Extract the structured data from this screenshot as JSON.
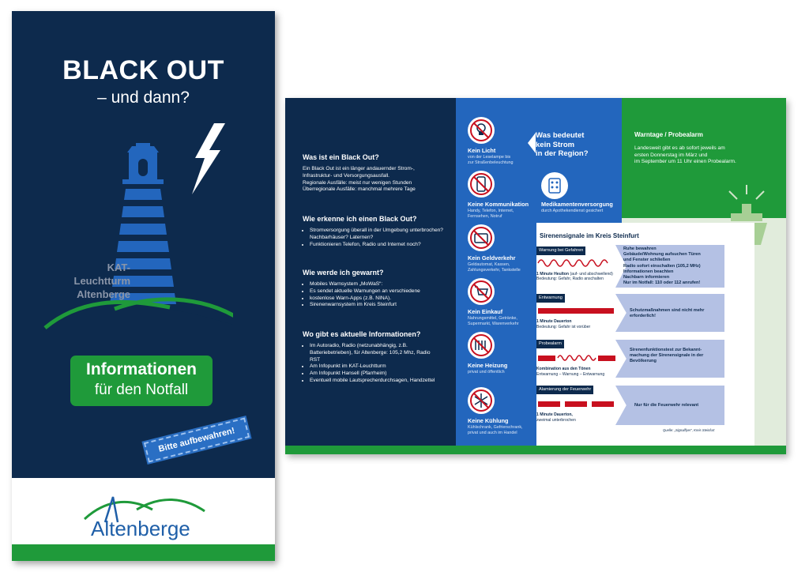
{
  "cover": {
    "title": "BLACK OUT",
    "subtitle": "– und dann?",
    "lighthouse_label": [
      "KAT-",
      "Leuchtturm",
      "Altenberge"
    ],
    "info_line1": "Informationen",
    "info_line2": "für den Notfall",
    "stamp": "Bitte aufbewahren!",
    "logo": "Altenberge"
  },
  "left_panel": {
    "q1": {
      "heading": "Was ist ein Black Out?",
      "lines": [
        "Ein Black Out ist ein länger andauernder Strom-,",
        "Infrastruktur- und Versorgungsausfall.",
        "Regionale Ausfälle: meist nur wenigen Stunden",
        "Überregionale Ausfälle: manchmal mehrere Tage"
      ]
    },
    "q2": {
      "heading": "Wie erkenne ich einen Black Out?",
      "bullets": [
        "Stromversorgung überall in der Umgebung unterbrochen? Nachbarhäuser? Laternen?",
        "Funktionieren Telefon, Radio und Internet noch?"
      ]
    },
    "q3": {
      "heading": "Wie werde ich gewarnt?",
      "bullets": [
        "Mobiles Warnsystem „MoWaS“:",
        "Es sendet aktuelle Warnungen an verschiedene",
        "kostenlose Warn-Apps (z.B. NINA).",
        "Sirenenwarnsystem im Kreis Steinfurt"
      ]
    },
    "q4": {
      "heading": "Wo gibt es aktuelle Informationen?",
      "bullets": [
        "Im Autoradio, Radio (netzunabhängig, z.B. Batteriebetrieben), für Altenberge: 105,2 Mhz, Radio RST",
        "Am Infopunkt im KAT-Leuchtturm",
        "Am Infopunkt Hansell (Pfarrheim)",
        "Eventuell mobile Lautsprecherdurchsagen, Handzettel"
      ]
    }
  },
  "middle_panel": {
    "question": [
      "Was bedeutet",
      "kein Strom",
      "in der Region?"
    ],
    "items": [
      {
        "title": "Kein Licht",
        "sub": [
          "von der Leselampe bis",
          "zur Straßenbeleuchtung"
        ],
        "icon": "lightbulb-crossed-icon"
      },
      {
        "title": "Keine Kommunikation",
        "sub": [
          "Handy, Telefon, Internet,",
          "Fernsehen, Notruf"
        ],
        "icon": "phone-crossed-icon"
      },
      {
        "title": "Kein Geldverkehr",
        "sub": [
          "Geldautomat, Kassen,",
          "Zahlungsverkehr, Tankstelle"
        ],
        "icon": "card-crossed-icon"
      },
      {
        "title": "Kein Einkauf",
        "sub": [
          "Nahrungsmittel, Getränke,",
          "Supermarkt, Warenverkehr"
        ],
        "icon": "cart-crossed-icon"
      },
      {
        "title": "Keine Heizung",
        "sub": [
          "privat und öffentlich"
        ],
        "icon": "radiator-crossed-icon"
      },
      {
        "title": "Keine Kühlung",
        "sub": [
          "Kühlschrank, Gefrierschrank,",
          "privat und auch im Handel"
        ],
        "icon": "snowflake-crossed-icon"
      }
    ],
    "medikamente": {
      "title": "Medikamentenversorgung",
      "sub": "durch Apothekendienst gesichert",
      "icon": "pill-box-icon"
    }
  },
  "right_panel": {
    "heading": "Warntage / Probealarm",
    "text": [
      "Landesweit gibt es ab sofort jeweils am",
      "ersten Donnerstag im März und",
      "im September um 11 Uhr einen Probealarm."
    ]
  },
  "sirens": {
    "title": "Sirenensignale im Kreis Steinfurt",
    "rows": [
      {
        "label": "Warnung bei Gefahren",
        "signal": "1 Minute Heulton",
        "signal_extra": " (auf- und abschwellend)",
        "meaning": "Bedeutung: Gefahr, Radio anschalten",
        "action": [
          "Ruhe bewahren",
          "Gebäude/Wohnung aufsuchen Türen",
          "und Fenster schließen",
          "Radio sofort einschalten (105,2 MHz)",
          "Informationen beachten",
          "Nachbarn informieren",
          "Nur im Notfall: 110 oder 112 anrufen!"
        ]
      },
      {
        "label": "Entwarnung",
        "signal": "1 Minute Dauerton",
        "meaning": "Bedeutung: Gefahr ist vorüber",
        "action": [
          "Schutzmaßnahmen sind nicht mehr",
          "erforderlich!"
        ]
      },
      {
        "label": "Probealarm",
        "signal": "Kombination aus den Tönen",
        "meaning": "Entwarnung – Warnung – Entwarnung",
        "action": [
          "Sirenenfunktionstest zur Bekannt-",
          "machung der Sirenensignale in der",
          "Bevölkerung"
        ]
      },
      {
        "label": "Alamierung der Feuerwehr",
        "signal": "1 Minute Dauerton,",
        "meaning": "zweimal unterbrochen",
        "action": [
          "Nur für die Feuerwehr relevant"
        ]
      }
    ],
    "source": "Quelle: „Signalflyer“, Kreis Steinfurt"
  },
  "colors": {
    "navy": "#0d2a4d",
    "blue": "#2366bd",
    "green": "#1f9a3a",
    "red": "#c8101f"
  }
}
